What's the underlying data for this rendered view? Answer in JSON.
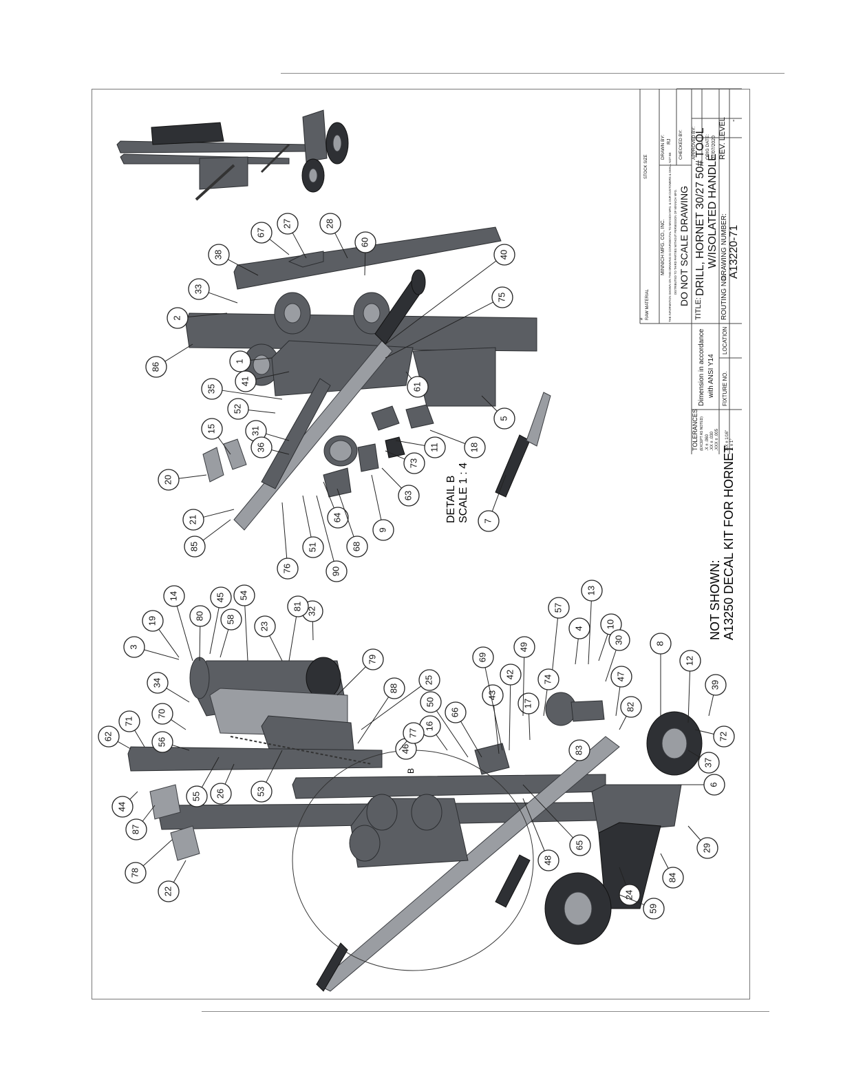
{
  "header_rule": true,
  "detail": {
    "label": "DETAIL B",
    "scale": "SCALE 1 : 4",
    "circle_letter": "B"
  },
  "not_shown": {
    "line1": "NOT SHOWN:",
    "line2": "A13250 DECAL KIT FOR HORNET"
  },
  "title_block": {
    "raw_material_label": "RAW MATERIAL",
    "stock_label": "STOCK SIZE",
    "company": "MINNICH MFG. CO., INC.",
    "confidential_1": "THE INFORMATION SHOWN ON THIS DRAWING IS CONFIDENTIAL TO MINNICH MFG. & OUR CUSTOMERS & SHALL NOT BE",
    "confidential_2": "DISTRIBUTED TO THIRD PARTIES WITHOUT PERMISSION OF MINNICH MFG.",
    "do_not_scale": "DO NOT SCALE DRAWING",
    "title_label": "TITLE:",
    "title_line1": "DRILL, HORNET 30/27 50# TOOL",
    "title_line2": "W/ISOLATED HANDLE",
    "routing_label": "ROUTING NO.",
    "drawing_number_label": "DRAWING NUMBER:",
    "drawing_number": "A13220-71",
    "tolerances_title": "TOLERANCES",
    "tolerances_sub": "(EXCEPT AS NOTED)",
    "tol_x": ".X   ±  .060",
    "tol_xx": ".XX  ±  .030",
    "tol_xxx": ".XXX ±  .005",
    "tol_frac": "X/X  ±  1/16\"",
    "tol_ang": "∠    ±  1°",
    "dimension_line1": "Dimension in accordance",
    "dimension_line2": "with ANSI Y14",
    "fixture_label": "FIXTURE NO.",
    "location_label": "LOCATION",
    "drawn_by_label": "DRAWN BY:",
    "drawn_by": "RJ",
    "checked_by_label": "CHECKED BY:",
    "approved_by_label": "APPROVED BY:",
    "orig_date_label": "ORIG DATE:",
    "orig_date": "07/07/2020",
    "rev_level_label": "REV. LEVEL",
    "rev_level": "-"
  },
  "balloons": [
    "1",
    "2",
    "3",
    "4",
    "5",
    "6",
    "7",
    "8",
    "9",
    "10",
    "11",
    "12",
    "13",
    "14",
    "15",
    "16",
    "17",
    "18",
    "19",
    "20",
    "21",
    "22",
    "23",
    "24",
    "25",
    "26",
    "27",
    "28",
    "29",
    "30",
    "31",
    "32",
    "33",
    "34",
    "35",
    "36",
    "37",
    "38",
    "39",
    "40",
    "41",
    "42",
    "43",
    "44",
    "45",
    "46",
    "47",
    "48",
    "49",
    "50",
    "51",
    "52",
    "53",
    "54",
    "55",
    "56",
    "57",
    "58",
    "59",
    "60",
    "61",
    "62",
    "63",
    "64",
    "65",
    "66",
    "67",
    "68",
    "69",
    "70",
    "71",
    "72",
    "73",
    "74",
    "75",
    "76",
    "77",
    "78",
    "79",
    "80",
    "81",
    "82",
    "83",
    "84",
    "85",
    "86",
    "87",
    "88",
    "90"
  ]
}
